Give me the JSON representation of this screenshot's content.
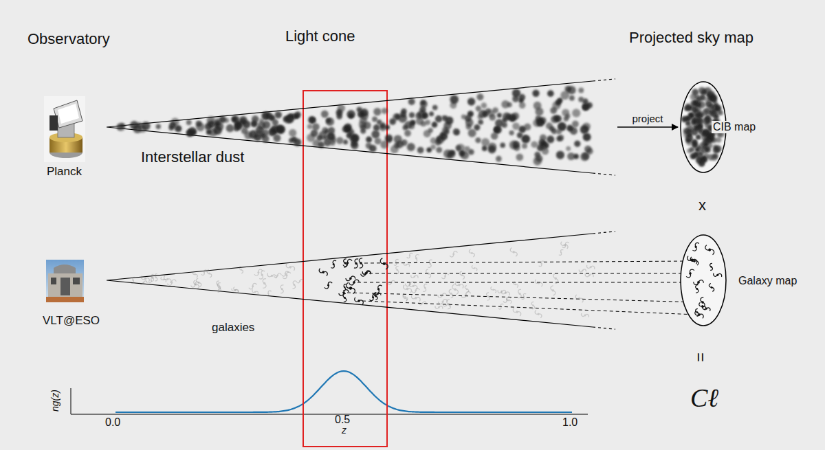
{
  "diagram": {
    "nodes": [
      {
        "text": [
          "Interstellar dust"
        ]
      },
      {
        "text": [
          "CIB map"
        ]
      },
      {
        "text": [
          "galaxies"
        ]
      },
      {
        "text": [
          "Galaxy map"
        ]
      }
    ],
    "edges": [
      {
        "from": 0,
        "to": 1,
        "arrow": "to",
        "label": "project"
      }
    ],
    "labels": [
      "Observatory",
      "Light cone",
      "Projected sky map",
      "Planck",
      "VLT@ESO",
      "x",
      "=",
      "Cℓ",
      "0.0",
      "0.5",
      "z",
      "1.0",
      "ng(z)"
    ]
  }
}
